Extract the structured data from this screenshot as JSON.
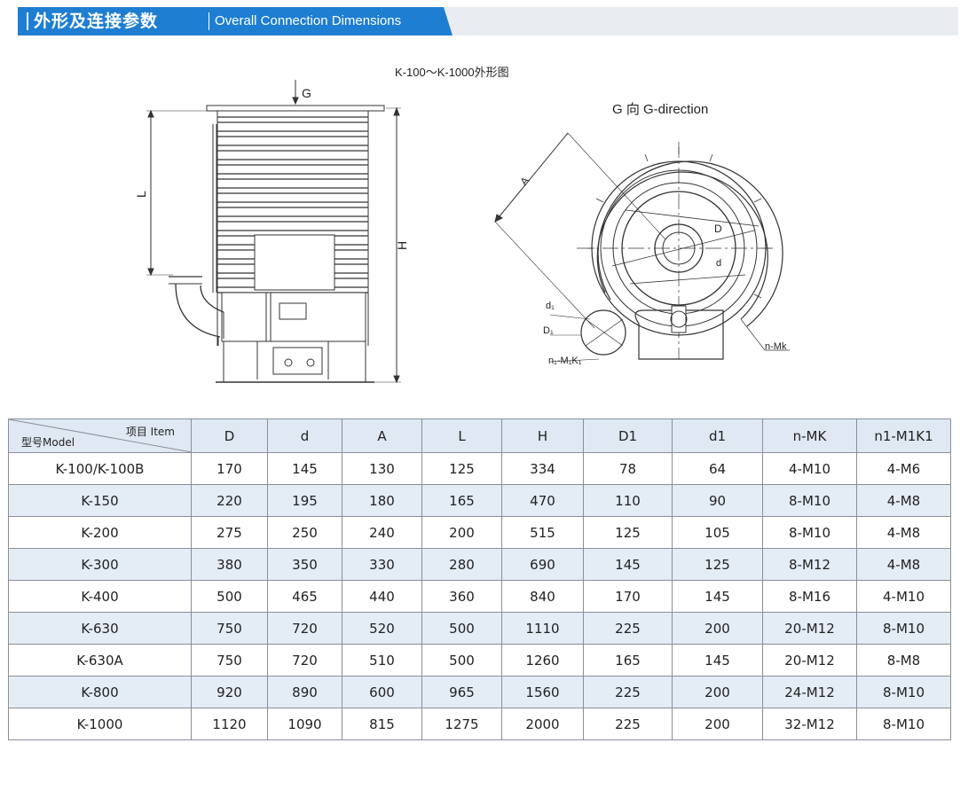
{
  "header": {
    "title_zh": "外形及连接参数",
    "title_en": "Overall Connection Dimensions"
  },
  "drawing": {
    "caption": "K-100～K-1000外形图",
    "side_view": {
      "top_label": "G",
      "left_dim": "L",
      "right_dim": "H"
    },
    "g_view": {
      "title": "G 向   G-direction",
      "labels": {
        "A": "A",
        "D": "D",
        "d": "d",
        "d1": "d₁",
        "D1": "D₁",
        "n1M1K1": "n₁-M₁K₁",
        "nMk": "n-Mk"
      }
    }
  },
  "table": {
    "corner_item": "项目 Item",
    "corner_model": "型号Model",
    "columns": [
      "D",
      "d",
      "A",
      "L",
      "H",
      "D1",
      "d1",
      "n-MK",
      "n1-M1K1"
    ],
    "rows": [
      [
        "K-100/K-100B",
        "170",
        "145",
        "130",
        "125",
        "334",
        "78",
        "64",
        "4-M10",
        "4-M6"
      ],
      [
        "K-150",
        "220",
        "195",
        "180",
        "165",
        "470",
        "110",
        "90",
        "8-M10",
        "4-M8"
      ],
      [
        "K-200",
        "275",
        "250",
        "240",
        "200",
        "515",
        "125",
        "105",
        "8-M10",
        "4-M8"
      ],
      [
        "K-300",
        "380",
        "350",
        "330",
        "280",
        "690",
        "145",
        "125",
        "8-M12",
        "4-M8"
      ],
      [
        "K-400",
        "500",
        "465",
        "440",
        "360",
        "840",
        "170",
        "145",
        "8-M16",
        "4-M10"
      ],
      [
        "K-630",
        "750",
        "720",
        "520",
        "500",
        "1110",
        "225",
        "200",
        "20-M12",
        "8-M10"
      ],
      [
        "K-630A",
        "750",
        "720",
        "510",
        "500",
        "1260",
        "165",
        "145",
        "20-M12",
        "8-M8"
      ],
      [
        "K-800",
        "920",
        "890",
        "600",
        "965",
        "1560",
        "225",
        "200",
        "24-M12",
        "8-M10"
      ],
      [
        "K-1000",
        "1120",
        "1090",
        "815",
        "1275",
        "2000",
        "225",
        "200",
        "32-M12",
        "8-M10"
      ]
    ]
  }
}
